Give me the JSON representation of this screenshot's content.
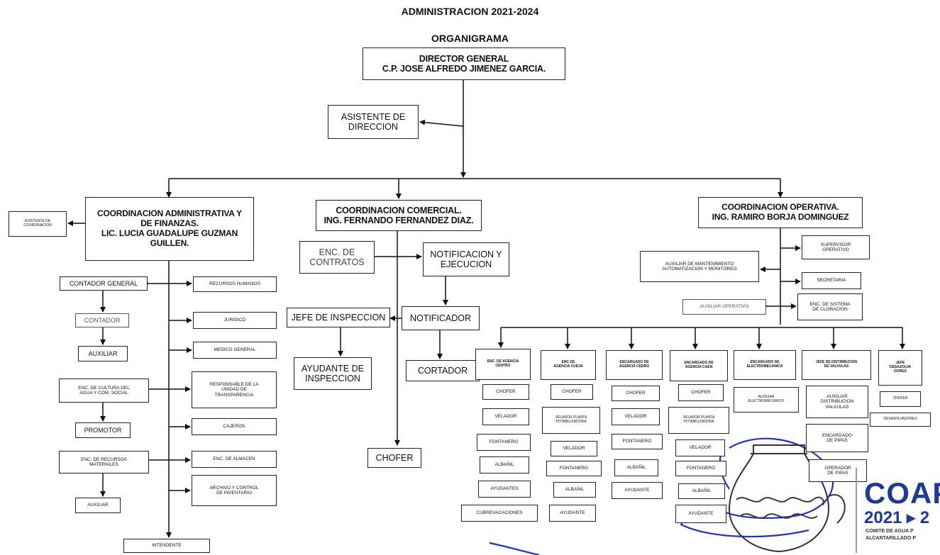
{
  "header": {
    "admin": "ADMINISTRACION 2021-2024",
    "chart_title": "ORGANIGRAMA"
  },
  "director": "DIRECTOR GENERAL\nC.P. JOSE ALFREDO JIMENEZ GARCIA.",
  "asistente_direccion": "ASISTENTE DE\nDIRECCION",
  "admin_branch": {
    "coordinacion": "COORDINACION ADMINISTRATIVA Y\nDE FINANZAS.\nLIC. LUCIA GUADALUPE GUZMAN\nGUILLEN.",
    "asistente_coordinacion": "ASISTENTE DE\nCOORDINACION",
    "contador_general": "CONTADOR GENERAL",
    "contador": "CONTADOR",
    "auxiliar_1": "AUXILIAR",
    "cultura_agua": "ENC. DE CULTURA DEL\nAGUA Y COM. SOCIAL",
    "promotor": "PROMOTOR",
    "recursos_materiales": "ENC. DE RECURSOS\nMATERIALES",
    "auxiliar_2": "AUXILIAR",
    "intendente": "INTENDENTE",
    "recursos_humanos": "RECURSOS HUMANOS",
    "juridico": "JURIDICO",
    "medico_general": "MEDICO GENERAL",
    "transparencia": "RESPONSABLE DE LA\nUNIDAD DE\nTRANSPARENCIA",
    "cajeros": "CAJEROS",
    "almacen": "ENC. DE ALMACEN",
    "archivo": "ARCHIVO Y CONTROL\nDE INVENTARIO"
  },
  "comercial_branch": {
    "coordinacion": "COORDINACION COMERCIAL.\nING. FERNANDO FERNANDEZ DIAZ.",
    "contratos": "ENC. DE\nCONTRATOS",
    "notificacion": "NOTIFICACION Y\nEJECUCION",
    "jefe_inspeccion": "JEFE DE INSPECCION",
    "notificador": "NOTIFICADOR",
    "ayudante_inspeccion": "AYUDANTE DE\nINSPECCION",
    "cortador": "CORTADOR",
    "chofer": "CHOFER"
  },
  "operativa_branch": {
    "coordinacion": "COORDINACION OPERATIVA.\nING. RAMIRO BORJA DOMINGUEZ",
    "supervisor": "SUPERVISOR\nOPERATIVO",
    "auxiliar_mantenimiento": "AUXILIAR DE MANTENIMIENTO\nAUTOMATIZACION Y MONITOREO",
    "secretaria": "SECRETARIA",
    "auxiliar_operativo": "AUXILIAR OPERATIVO",
    "cloracion": "ENC. DE SISTEMA\nDE CLORACION",
    "centro": {
      "head": "ENC. DE AGENCIA\nCENTRO",
      "staff": [
        "CHOFER",
        "VELADOR",
        "FONTANERO",
        "ALBAÑIL",
        "AYUDANTES",
        "CUBREVACACIONES"
      ]
    },
    "cueva": {
      "head": "ENC DE\nAGENCIA CUEVA",
      "staff": [
        "CHOFER",
        "VELADOR PLANTA\nPOTABILIZADORA",
        "VELADOR",
        "FONTANERO",
        "ALBAÑIL",
        "AYUDANTE"
      ]
    },
    "cedro": {
      "head": "ENCARGADO DE\nAGENCIA CEDRO",
      "staff": [
        "CHOFER",
        "VELADOR",
        "FONTANERO",
        "ALBAÑIL",
        "AYUDANTE"
      ]
    },
    "caen": {
      "head": "ENCARGADO DE\nAGENCIA CAEN",
      "staff": [
        "CHOFER",
        "VELADOR PLANTA\nPOTABILIZADORA",
        "VELADOR",
        "FONTANERO",
        "ALBAÑIL",
        "AYUDANTE"
      ]
    },
    "electromecanica": {
      "head": "ENCARGADO DE\nELECTROMECANICA",
      "staff": [
        "AUXILIAR\nELECTROMECANICO"
      ]
    },
    "valvulas": {
      "head": "JEFE DE DISTRIBUCION\nDE VALVULAS",
      "staff": [
        "AUXILIAR\nDISTRIBUCION\nVALVULAS",
        "ENCARGADO\nDE PIPAS",
        "OPERADOR\nDE PIPAS"
      ]
    },
    "desazolve": {
      "head": "JEFE\nDESAZOLVA\nDORES",
      "staff": [
        "CHOFER",
        "DESASOLVADORES"
      ]
    }
  },
  "logo": {
    "name": "COAP",
    "years": "2021 ▸ 2",
    "line1": "COMITE DE AGUA P",
    "line2": "ALCANTARILLADO P"
  },
  "colors": {
    "ink": "#111111",
    "signature": "#2233bb",
    "logo_blue": "#1f3a93"
  }
}
